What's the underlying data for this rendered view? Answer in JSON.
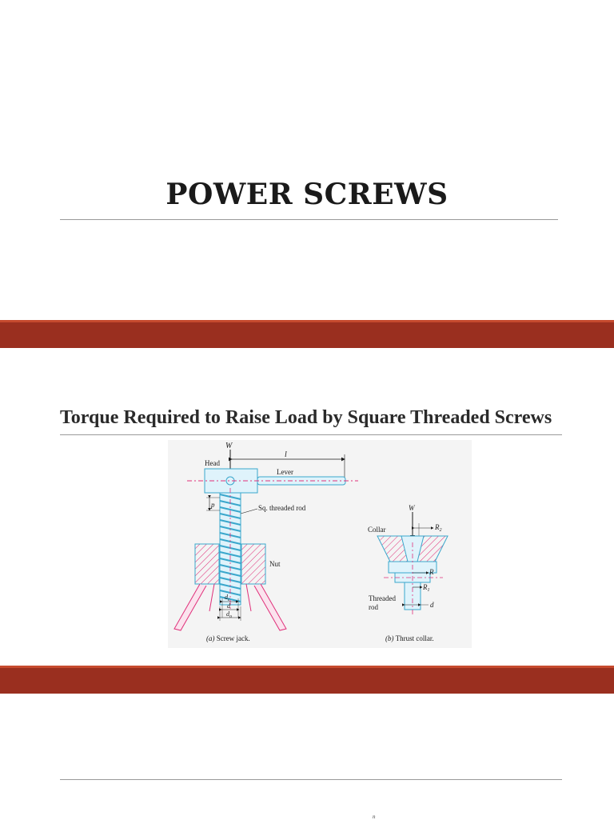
{
  "title": "POWER SCREWS",
  "section_title": "Torque Required to Raise Load by Square Threaded Screws",
  "figure": {
    "screw_jack": {
      "load": "W",
      "lever_length": "l",
      "head": "Head",
      "lever": "Lever",
      "pitch": "p",
      "rod": "Sq. threaded rod",
      "nut": "Nut",
      "dc": "d",
      "dc_sub": "c",
      "d": "d",
      "do": "d",
      "do_sub": "o",
      "caption_letter": "(a)",
      "caption": " Screw jack."
    },
    "thrust_collar": {
      "load": "W",
      "collar": "Collar",
      "r2": "R",
      "r2_sub": "2",
      "r": "R",
      "r1": "R",
      "r1_sub": "1",
      "threaded": "Threaded",
      "rod": "rod",
      "d": "d",
      "caption_letter": "(b)",
      "caption": " Thrust collar."
    }
  },
  "page_number": "n",
  "colors": {
    "band": "#9a2f1f",
    "band_edge": "#c64a2e",
    "figure_bg": "#f4f4f4",
    "part_fill": "#dff3fb",
    "part_stroke": "#3aa7cc",
    "center_line": "#e0307a",
    "text": "#1a1a1a"
  }
}
